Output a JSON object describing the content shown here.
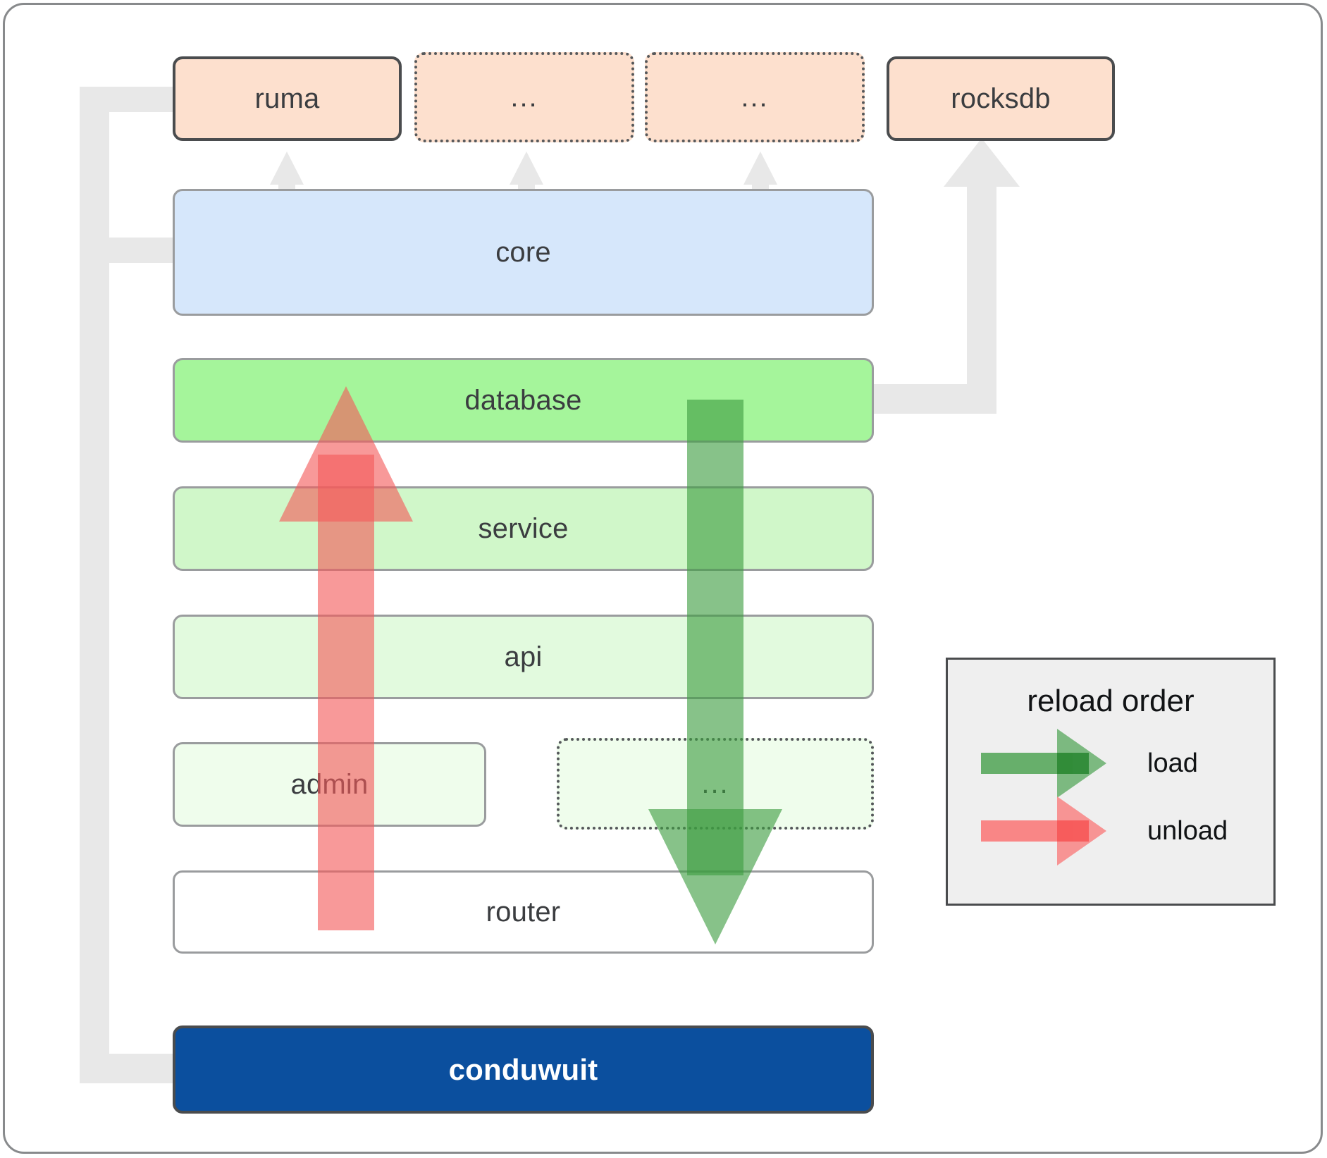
{
  "diagram": {
    "title": "conduwuit module / reload order architecture",
    "colors": {
      "frame_border": "#888a8c",
      "peach_fill": "#fde0ce",
      "peach_border": "#4a4c4e",
      "blue_fill": "#d6e7fb",
      "green_strong_fill": "#a5f59b",
      "green_mid_fill": "#d0f7c9",
      "green_light_fill": "#e2fade",
      "white_fill": "#ffffff",
      "navy_fill": "#0b4f9e",
      "connector_gray": "#e8e8e8",
      "load_green": "#4fa354",
      "unload_red": "#f98080",
      "legend_bg": "#efefef",
      "text_dark": "#3b3d40",
      "text_white": "#ffffff"
    },
    "dependencies_row": [
      {
        "label": "ruma",
        "style": "solid-dark"
      },
      {
        "label": "...",
        "style": "dotted"
      },
      {
        "label": "...",
        "style": "dotted"
      },
      {
        "label": "rocksdb",
        "style": "solid-dark"
      }
    ],
    "stack": [
      {
        "label": "core",
        "style": "solid",
        "fill": "blue"
      },
      {
        "label": "database",
        "style": "solid",
        "fill": "green-strong"
      },
      {
        "label": "service",
        "style": "solid",
        "fill": "green-mid"
      },
      {
        "label": "api",
        "style": "solid",
        "fill": "green-light"
      }
    ],
    "split_row": [
      {
        "label": "admin",
        "style": "solid",
        "fill": "green-lightest"
      },
      {
        "label": "...",
        "style": "dotted",
        "fill": "green-lightest"
      }
    ],
    "router": {
      "label": "router",
      "style": "solid",
      "fill": "white"
    },
    "binary": {
      "label": "conduwuit",
      "style": "solid-dark",
      "fill": "navy"
    }
  },
  "legend": {
    "title": "reload order",
    "items": [
      {
        "label": "load",
        "color": "#4fa354",
        "direction": "down"
      },
      {
        "label": "unload",
        "color": "#f98080",
        "direction": "up"
      }
    ]
  }
}
